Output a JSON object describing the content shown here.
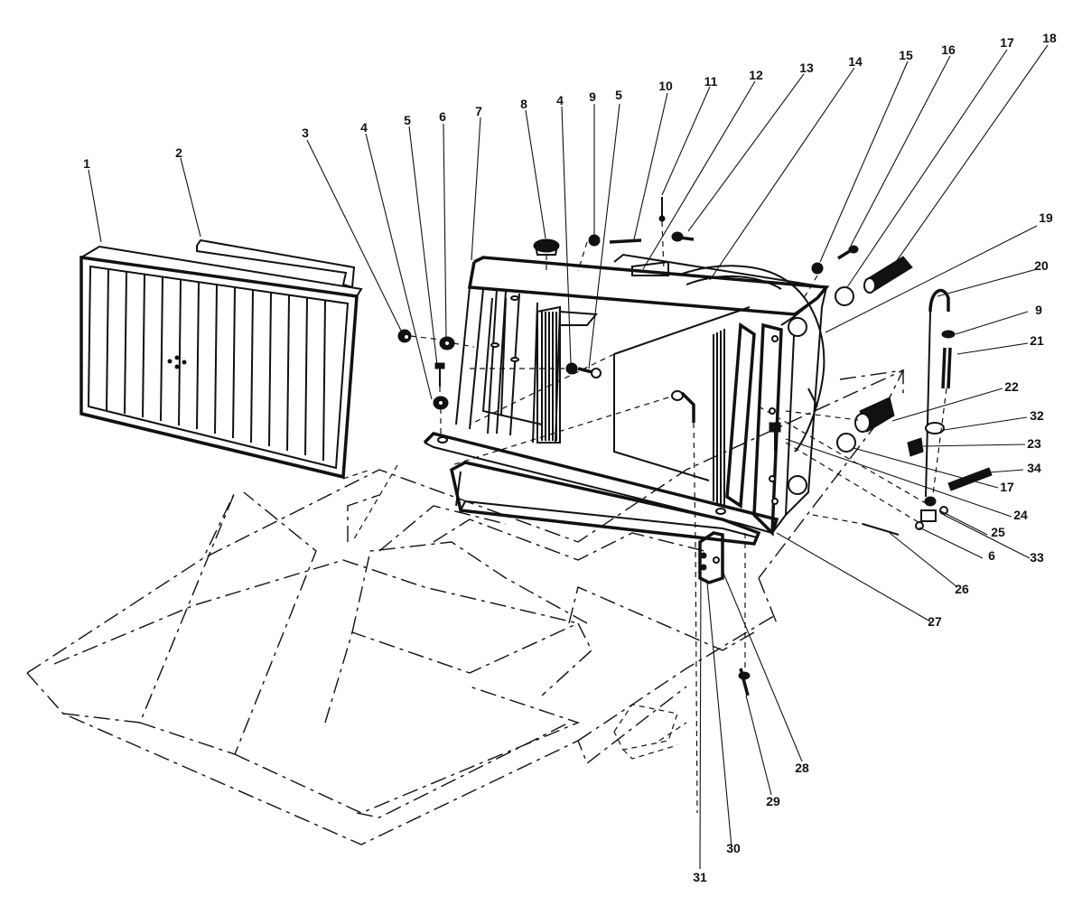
{
  "callouts": [
    {
      "label": "1"
    },
    {
      "label": "2"
    },
    {
      "label": "3"
    },
    {
      "label": "4"
    },
    {
      "label": "5"
    },
    {
      "label": "6"
    },
    {
      "label": "7"
    },
    {
      "label": "8"
    },
    {
      "label": "4"
    },
    {
      "label": "9"
    },
    {
      "label": "5"
    },
    {
      "label": "10"
    },
    {
      "label": "11"
    },
    {
      "label": "12"
    },
    {
      "label": "13"
    },
    {
      "label": "14"
    },
    {
      "label": "15"
    },
    {
      "label": "16"
    },
    {
      "label": "17"
    },
    {
      "label": "18"
    },
    {
      "label": "19"
    },
    {
      "label": "20"
    },
    {
      "label": "9"
    },
    {
      "label": "21"
    },
    {
      "label": "22"
    },
    {
      "label": "32"
    },
    {
      "label": "23"
    },
    {
      "label": "34"
    },
    {
      "label": "17"
    },
    {
      "label": "24"
    },
    {
      "label": "25"
    },
    {
      "label": "6"
    },
    {
      "label": "33"
    },
    {
      "label": "26"
    },
    {
      "label": "27"
    },
    {
      "label": "28"
    },
    {
      "label": "29"
    },
    {
      "label": "30"
    },
    {
      "label": "31"
    }
  ]
}
